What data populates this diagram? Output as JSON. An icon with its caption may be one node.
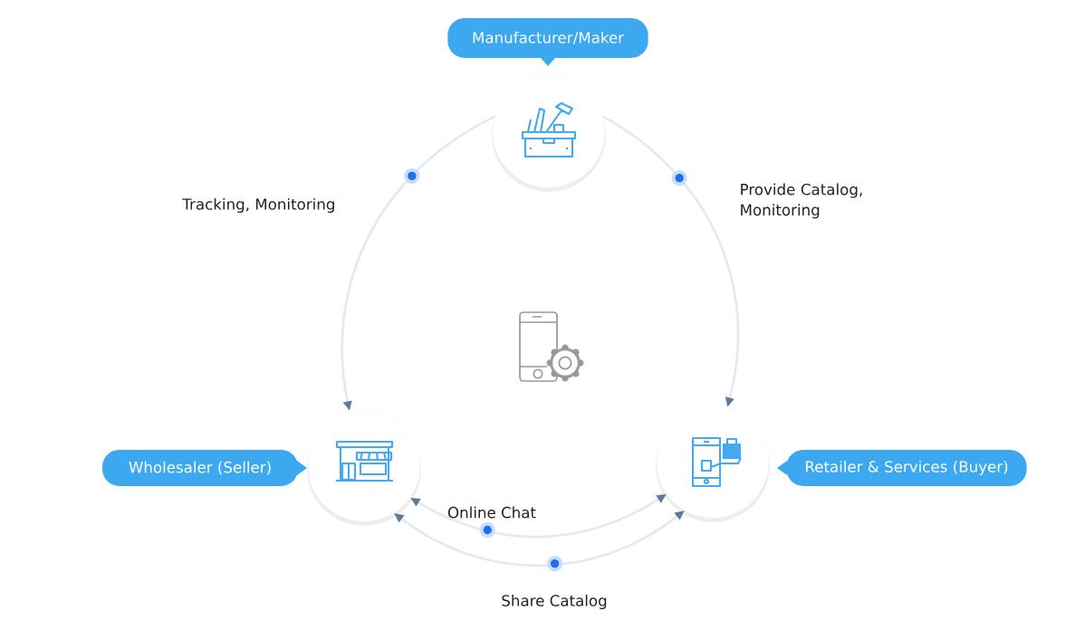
{
  "diagram": {
    "nodes": [
      {
        "text": [
          "Manufacturer/Maker"
        ]
      },
      {
        "text": [],
        "shape": "circle"
      },
      {
        "text": [
          "Wholesaler (Seller)"
        ]
      },
      {
        "text": [],
        "shape": "circle"
      },
      {
        "text": [],
        "shape": "circle"
      },
      {
        "text": [
          "Retailer & Services (Buyer)"
        ]
      }
    ],
    "edges": [
      {
        "from": 1,
        "to": 3,
        "arrow": "to",
        "label": "Tracking, Monitoring"
      },
      {
        "from": 1,
        "to": 4,
        "arrow": "to",
        "label": "Provide Catalog, Monitoring"
      },
      {
        "from": 3,
        "to": 4,
        "arrow": "both",
        "label": "Online Chat"
      },
      {
        "from": 3,
        "to": 4,
        "arrow": "both",
        "label": "Share Catalog"
      }
    ]
  }
}
